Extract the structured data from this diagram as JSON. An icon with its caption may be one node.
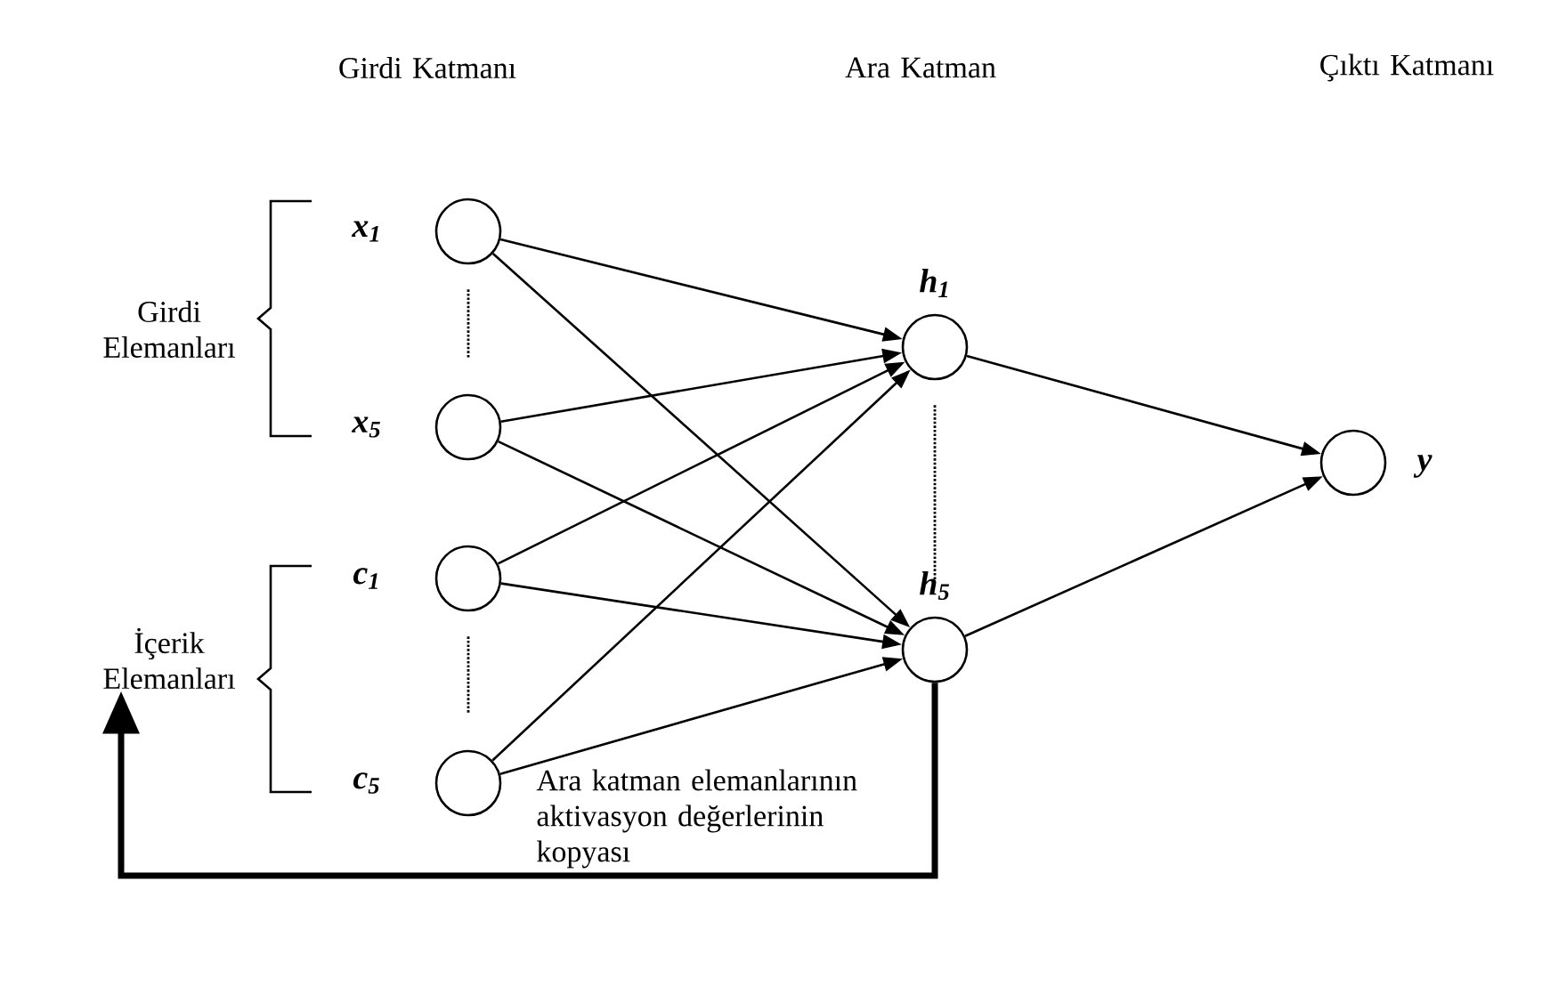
{
  "diagram": {
    "nodes": [
      {
        "text": [],
        "shape": "circle",
        "beside": [
          "x$_{1}$"
        ]
      },
      {
        "text": [],
        "shape": "circle",
        "beside": [
          "x$_{5}$"
        ]
      },
      {
        "text": [],
        "shape": "circle",
        "beside": [
          "c$_{1}$"
        ]
      },
      {
        "text": [],
        "shape": "circle",
        "beside": [
          "c$_{5}$"
        ]
      },
      {
        "text": [],
        "shape": "circle",
        "beside": [
          "h$_{1}$"
        ]
      },
      {
        "text": [],
        "shape": "circle",
        "beside": [
          "h$_{5}$"
        ]
      },
      {
        "text": [],
        "shape": "circle",
        "beside": [
          "y"
        ]
      },
      {
        "text": [
          "İçerik Elemanları"
        ]
      }
    ],
    "edges": [
      {
        "from": 0,
        "to": 4,
        "arrow": "to"
      },
      {
        "from": 0,
        "to": 5,
        "arrow": "to"
      },
      {
        "from": 1,
        "to": 4,
        "arrow": "to"
      },
      {
        "from": 1,
        "to": 5,
        "arrow": "to"
      },
      {
        "from": 2,
        "to": 4,
        "arrow": "to"
      },
      {
        "from": 2,
        "to": 5,
        "arrow": "to"
      },
      {
        "from": 3,
        "to": 4,
        "arrow": "to"
      },
      {
        "from": 3,
        "to": 5,
        "arrow": "to"
      },
      {
        "from": 4,
        "to": 6,
        "arrow": "to"
      },
      {
        "from": 5,
        "to": 6,
        "arrow": "to"
      },
      {
        "from": 0,
        "to": 1,
        "arrow": "none",
        "style": "dashed"
      },
      {
        "from": 2,
        "to": 3,
        "arrow": "none",
        "style": "dashed"
      },
      {
        "from": 4,
        "to": 5,
        "arrow": "none",
        "style": "dashed"
      },
      {
        "from": 5,
        "to": 7,
        "arrow": "to",
        "style": "thick",
        "label": "Ara katman elemanlarının aktivasyon değerlerinin kopyası"
      }
    ],
    "labels": [
      "Girdi Katmanı",
      "Ara Katman",
      "Çıktı Katmanı",
      "Girdi Elemanları"
    ]
  }
}
